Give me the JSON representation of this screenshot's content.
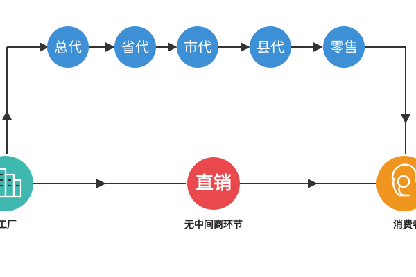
{
  "chain": {
    "nodes": [
      {
        "label": "总代"
      },
      {
        "label": "省代"
      },
      {
        "label": "市代"
      },
      {
        "label": "县代"
      },
      {
        "label": "零售"
      }
    ]
  },
  "factory": {
    "caption": "工厂",
    "icon": "building-icon"
  },
  "direct": {
    "label": "直销",
    "caption": "无中间商环节"
  },
  "consumer": {
    "caption": "消费者",
    "icon": "person-icon"
  },
  "colors": {
    "chain_node": "#3d8fd6",
    "factory": "#3fb8b0",
    "direct": "#e9484d",
    "consumer": "#f0961f",
    "line": "#333333"
  }
}
